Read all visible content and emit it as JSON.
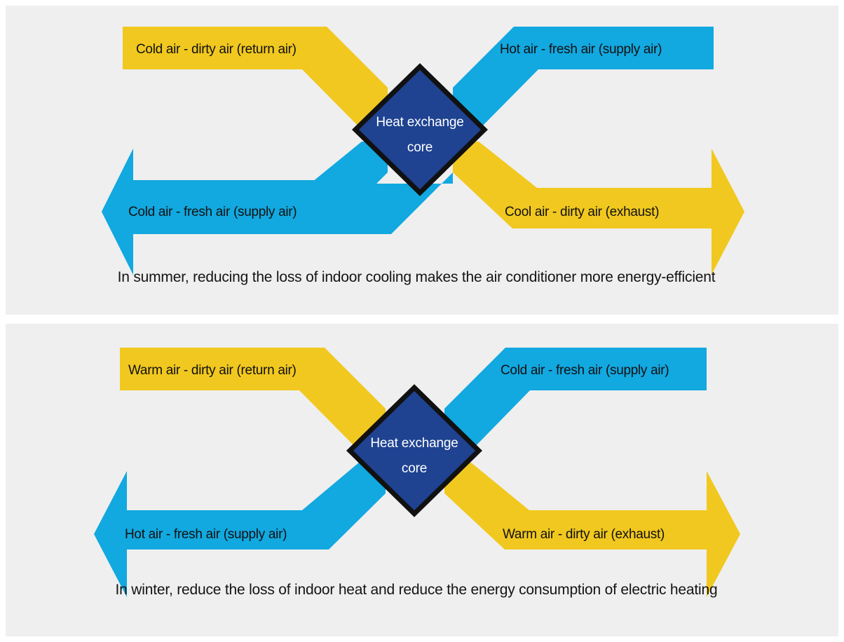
{
  "colors": {
    "panel_background": "#efefef",
    "page_background": "#ffffff",
    "yellow_flow": "#f1c81f",
    "blue_flow": "#12a8e0",
    "core_fill": "#1f4391",
    "core_stroke": "#111111",
    "label_text": "#111111",
    "core_text": "#ffffff"
  },
  "diagram": {
    "type": "heat-recovery-ventilator-airflow",
    "core_label_line1": "Heat exchange",
    "core_label_line2": "core"
  },
  "panels": [
    {
      "id": "summer",
      "caption": "In summer, reducing the loss of indoor cooling makes the air conditioner more energy-efficient",
      "flows": {
        "top_left": {
          "label": "Cold air - dirty air (return air)",
          "color": "#f1c81f",
          "direction": "into-core"
        },
        "top_right": {
          "label": "Hot air - fresh air (supply air)",
          "color": "#12a8e0",
          "direction": "into-core"
        },
        "bottom_left": {
          "label": "Cold air - fresh air (supply air)",
          "color": "#12a8e0",
          "direction": "out-left"
        },
        "bottom_right": {
          "label": "Cool air - dirty air (exhaust)",
          "color": "#f1c81f",
          "direction": "out-right"
        }
      }
    },
    {
      "id": "winter",
      "caption": "In winter, reduce the loss of indoor heat and reduce the energy consumption of electric heating",
      "flows": {
        "top_left": {
          "label": "Warm air - dirty air (return air)",
          "color": "#f1c81f",
          "direction": "into-core"
        },
        "top_right": {
          "label": "Cold air - fresh air (supply air)",
          "color": "#12a8e0",
          "direction": "into-core"
        },
        "bottom_left": {
          "label": "Hot air - fresh air (supply air)",
          "color": "#12a8e0",
          "direction": "out-left"
        },
        "bottom_right": {
          "label": "Warm air - dirty air (exhaust)",
          "color": "#f1c81f",
          "direction": "out-right"
        }
      }
    }
  ]
}
